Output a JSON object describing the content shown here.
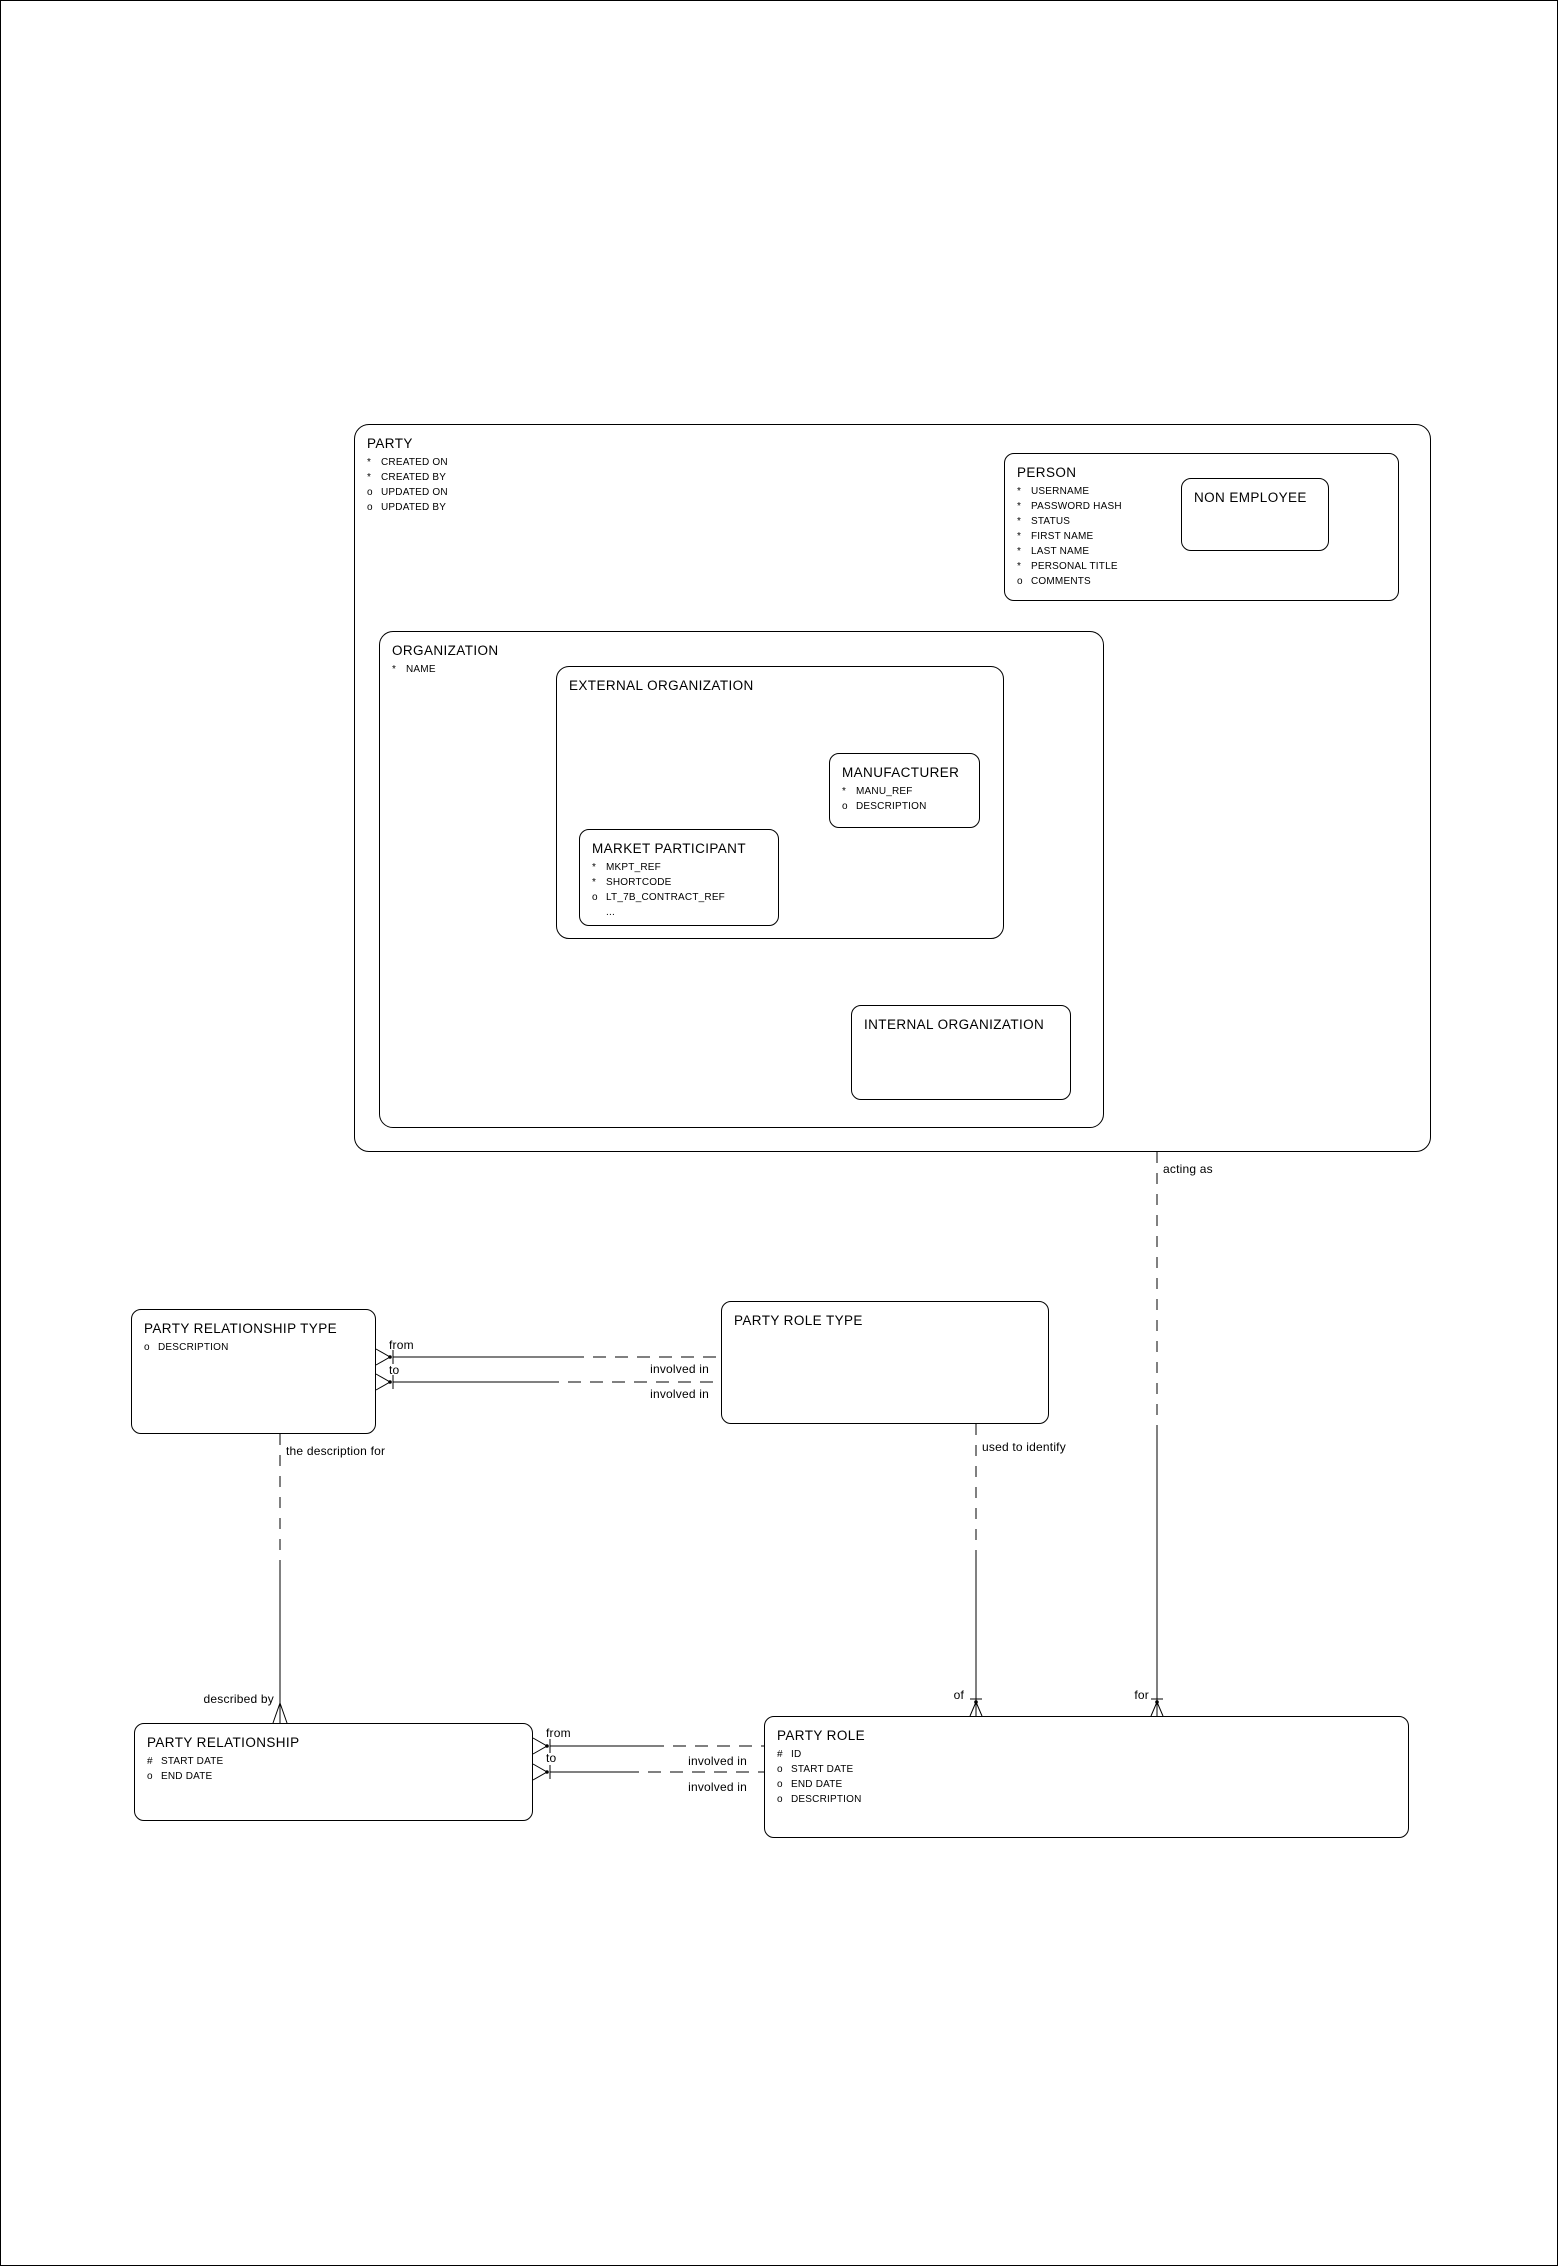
{
  "colors": {
    "line": "#000000",
    "background": "#ffffff"
  },
  "entities": {
    "party": {
      "title": "PARTY",
      "attrs": [
        {
          "m": "*",
          "n": "CREATED ON"
        },
        {
          "m": "*",
          "n": "CREATED BY"
        },
        {
          "m": "o",
          "n": "UPDATED ON"
        },
        {
          "m": "o",
          "n": "UPDATED BY"
        }
      ]
    },
    "person": {
      "title": "PERSON",
      "attrs": [
        {
          "m": "*",
          "n": "USERNAME"
        },
        {
          "m": "*",
          "n": "PASSWORD HASH"
        },
        {
          "m": "*",
          "n": "STATUS"
        },
        {
          "m": "*",
          "n": "FIRST NAME"
        },
        {
          "m": "*",
          "n": "LAST NAME"
        },
        {
          "m": "*",
          "n": "PERSONAL TITLE"
        },
        {
          "m": "o",
          "n": "COMMENTS"
        }
      ]
    },
    "non_employee": {
      "title": "NON EMPLOYEE"
    },
    "organization": {
      "title": "ORGANIZATION",
      "attrs": [
        {
          "m": "*",
          "n": "NAME"
        }
      ]
    },
    "external_organization": {
      "title": "EXTERNAL ORGANIZATION"
    },
    "manufacturer": {
      "title": "MANUFACTURER",
      "attrs": [
        {
          "m": "*",
          "n": "MANU_REF"
        },
        {
          "m": "o",
          "n": "DESCRIPTION"
        }
      ]
    },
    "market_participant": {
      "title": "MARKET PARTICIPANT",
      "attrs": [
        {
          "m": "*",
          "n": "MKPT_REF"
        },
        {
          "m": "*",
          "n": "SHORTCODE"
        },
        {
          "m": "o",
          "n": "LT_7B_CONTRACT_REF"
        },
        {
          "m": "",
          "n": "..."
        }
      ]
    },
    "internal_organization": {
      "title": "INTERNAL ORGANIZATION"
    },
    "party_relationship_type": {
      "title": "PARTY RELATIONSHIP TYPE",
      "attrs": [
        {
          "m": "o",
          "n": "DESCRIPTION"
        }
      ]
    },
    "party_role_type": {
      "title": "PARTY ROLE TYPE"
    },
    "party_relationship": {
      "title": "PARTY RELATIONSHIP",
      "attrs": [
        {
          "m": "#",
          "n": "START DATE"
        },
        {
          "m": "o",
          "n": "END DATE"
        }
      ]
    },
    "party_role": {
      "title": "PARTY ROLE",
      "attrs": [
        {
          "m": "#",
          "n": "ID"
        },
        {
          "m": "o",
          "n": "START DATE"
        },
        {
          "m": "o",
          "n": "END DATE"
        },
        {
          "m": "o",
          "n": "DESCRIPTION"
        }
      ]
    }
  },
  "labels": {
    "acting_as": "acting as",
    "for": "for",
    "used_to_identify": "used to identify",
    "of": "of",
    "description_for": "the description for",
    "described_by": "described by",
    "type_from": "from",
    "type_to": "to",
    "type_involved_in_1": "involved in",
    "type_involved_in_2": "involved in",
    "rel_from": "from",
    "rel_to": "to",
    "rel_involved_in_1": "involved in",
    "rel_involved_in_2": "involved in"
  }
}
